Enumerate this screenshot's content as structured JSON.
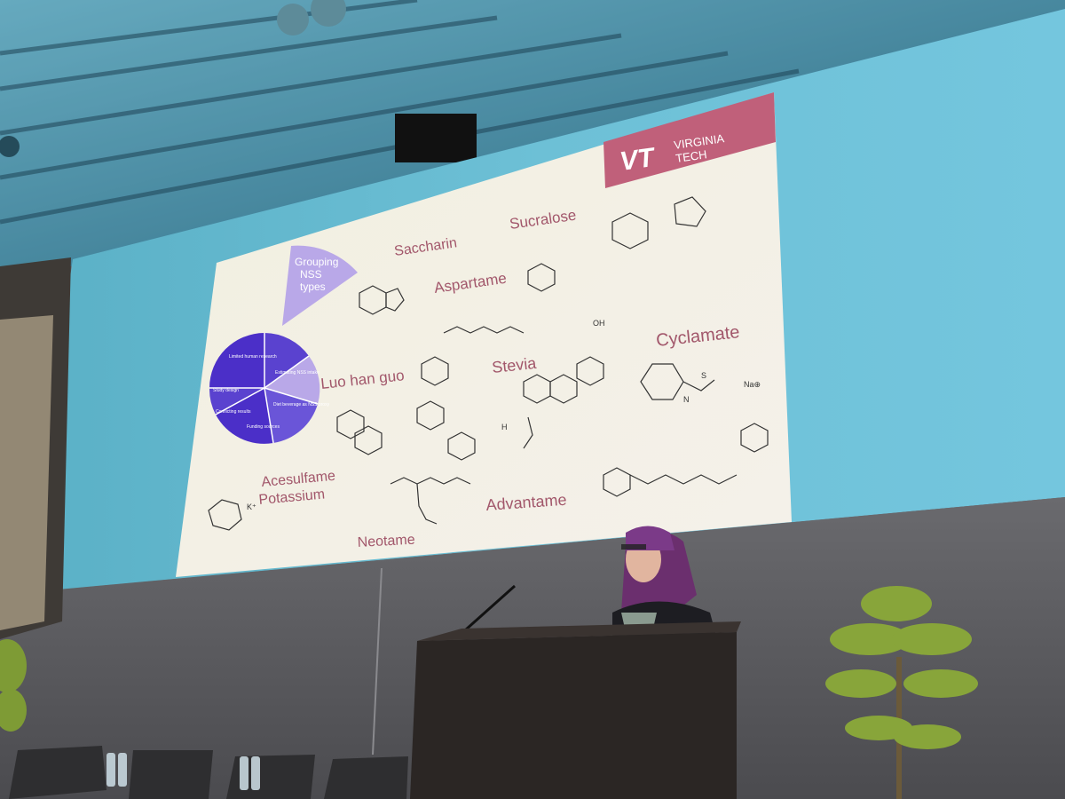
{
  "scene": {
    "logo": {
      "line1": "VIRGINIA",
      "line2": "TECH",
      "mark": "VT",
      "color": "#c0607a"
    },
    "pie_labels": [
      "Limited human research",
      "Estimating NSS intake",
      "Diet beverage as NSS proxy",
      "Funding sources",
      "Conflicting results",
      "Study design"
    ],
    "pie_highlight": [
      "Grouping",
      "NSS",
      "types"
    ],
    "sweeteners": {
      "saccharin": "Saccharin",
      "sucralose": "Sucralose",
      "aspartame": "Aspartame",
      "cyclamate": "Cyclamate",
      "stevia": "Stevia",
      "luo_han_guo": "Luo han guo",
      "acesulfame_1": "Acesulfame",
      "acesulfame_2": "Potassium",
      "advantame": "Advantame",
      "neotame": "Neotame"
    },
    "colors": {
      "slide_text": "#a2576b",
      "logo_bg": "#c0607a",
      "pie_dark": "#4b2fc8",
      "pie_mid": "#6a55d8",
      "pie_light": "#b9a8e8",
      "screen_blue": "#5fb2cc"
    }
  }
}
